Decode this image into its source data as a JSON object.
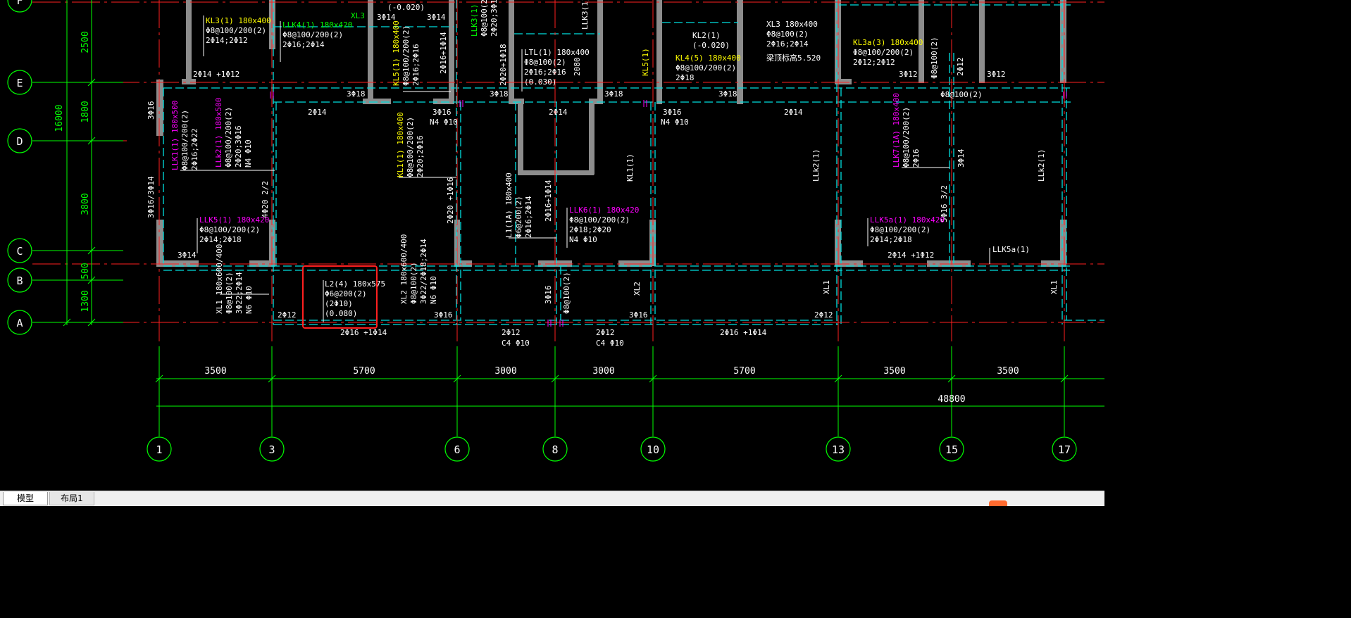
{
  "colors": {
    "background": "#000000",
    "axis_line": "#ff2020",
    "axis_bubble": "#00ff00",
    "dimension": "#00ff00",
    "beam_dash": "#00e0e0",
    "wall_gray": "#8c8c8c",
    "label_white": "#ffffff",
    "label_yellow": "#ffff00",
    "label_magenta": "#ff00ff",
    "label_green": "#00ff00",
    "highlight_box": "#ff2020"
  },
  "grid": {
    "horizontal": [
      "F",
      "E",
      "D",
      "C",
      "B",
      "A"
    ],
    "vertical": [
      "1",
      "3",
      "6",
      "8",
      "10",
      "13",
      "15",
      "17"
    ]
  },
  "dimensions": {
    "left_segments": [
      "2500",
      "1800",
      "3800",
      "500",
      "1300"
    ],
    "left_total": "16000",
    "bottom_segments": [
      "3500",
      "5700",
      "3000",
      "3000",
      "5700",
      "3500",
      "3500"
    ],
    "bottom_total": "48800"
  },
  "beam_labels": {
    "kl3": [
      "KL3(1) 180x400",
      "Φ8@100/200(2)",
      "2Φ14;2Φ12"
    ],
    "llk4": [
      "LLK4(1) 180x420",
      "Φ8@100/200(2)",
      "2Φ16;2Φ14"
    ],
    "xl3_top": "XL3",
    "top_minus": [
      "3Φ14",
      "(-0.020)"
    ],
    "top_3d14": "3Φ14",
    "llk3": [
      "LLK3(1) 180",
      "Φ8@100(2)",
      "2Φ20;3Φ18"
    ],
    "kl5": [
      "KL5(1) 180x400",
      "Φ8@100/200(2)",
      "2Φ16;2Φ16"
    ],
    "d16_14": "2Φ16+1Φ14",
    "d20_18": "2Φ20+1Φ18",
    "ltl": [
      "LTL(1) 180x400",
      "Φ8@100(2)",
      "2Φ16;2Φ16",
      "(0.030)"
    ],
    "dim_2080": "2080",
    "llk3_v": "LLK3(1)",
    "kl2": [
      "KL2(1)",
      "(-0.020)"
    ],
    "kl4": [
      "KL4(5) 180x400",
      "Φ8@100/200(2)",
      "2Φ18"
    ],
    "kl5_v": "KL5(1)",
    "xl3_right": [
      "XL3  180x400",
      "Φ8@100(2)",
      "2Φ16;2Φ14",
      "梁顶标高5.520"
    ],
    "kl3a": [
      "KL3a(3) 180x400",
      "Φ8@100/200(2)",
      "2Φ12;2Φ12"
    ],
    "r_8_100": "Φ8@100(2)",
    "r_2_12": "2Φ12",
    "r_3_12a": "3Φ12",
    "r_3_12b": "3Φ12",
    "r_8_100b": "Φ8@100(2)",
    "e_2_14_1_12": "2Φ14 +1Φ12",
    "e_3_18a": "3Φ18",
    "e_3_18b": "3Φ18",
    "e_3_18c": "3Φ18",
    "e_3_18d": "3Φ18",
    "e_2_14a": "2Φ14",
    "e_2_14b": "2Φ14",
    "e_2_14c": "2Φ14",
    "e_3_16a": "3Φ16",
    "e_n4a": "N4 Φ10",
    "e_3_16b": "3Φ16",
    "e_n4b": "N4 Φ10",
    "e_3_16v": "3Φ16",
    "llk1": [
      "LLK1(1) 180x500",
      "Φ8@100/200(2)",
      "2Φ16;2Φ22"
    ],
    "llk2": [
      "LLk2(1) 180x500",
      "Φ8@100/200(2)",
      "2Φ20;3Φ16",
      "N4 Φ10"
    ],
    "c_3_16_3_14": "3Φ16/3Φ14",
    "c_4_20": "4Φ20 2/2",
    "kl1": [
      "KL1(1) 180x400",
      "Φ8@100/200(2)",
      "2Φ20;2Φ16"
    ],
    "kl1_v": "KL1(1)",
    "llk2_v1": "LLk2(1)",
    "llk7": [
      "LLK7(1A) 180x400",
      "Φ8@100/200(2)",
      "2Φ16"
    ],
    "c_3_14": "3Φ14",
    "llk2_v2": "LLk2(1)",
    "c_2_20_1_16": "2Φ20 +1Φ16",
    "l1": [
      "L1(1A) 180x400",
      "Φ6@200(2)",
      "2Φ16;2Φ14"
    ],
    "c_2_16_1_14": "2Φ16+1Φ14",
    "llk5": [
      "LLK5(1) 180x420",
      "Φ8@100/200(2)",
      "2Φ14;2Φ18"
    ],
    "llk6": [
      "LLK6(1) 180x420",
      "Φ8@100/200(2)",
      "2Φ18;2Φ20",
      "N4 Φ10"
    ],
    "llk5a": [
      "LLK5a(1) 180x420",
      "Φ8@100/200(2)",
      "2Φ14;2Φ18"
    ],
    "c_5_16": "5Φ16 3/2",
    "c_3_14b": "3Φ14",
    "c_2_14_1_12": "2Φ14 +1Φ12",
    "llk5a_short": "LLK5a(1)",
    "xl1": [
      "XL1 180x600/400",
      "Φ8@100(2)",
      "3Φ22;2Φ14",
      "N6 Φ10"
    ],
    "l2": [
      "L2(4) 180x575",
      "Φ6@200(2)",
      "(2Φ10)",
      "(0.080)"
    ],
    "xl2": [
      "XL2 180x600/400",
      "Φ8@100(2)",
      "3Φ22/2Φ18;2Φ14",
      "N6 Φ10"
    ],
    "b_3_16a": "3Φ16",
    "b_3_16b": "3Φ16",
    "b_8_100": "Φ8@100(2)",
    "xl2_short": "XL2",
    "b_3_16c": "3Φ16",
    "b_2_12a": "2Φ12",
    "b_2_12b": "2Φ12",
    "xl1_a": "XL1",
    "xl1_b": "XL1",
    "a_2_16_1_14a": "2Φ16 +1Φ14",
    "a_2_12": [
      "2Φ12",
      "C4 Φ10"
    ],
    "a_2_12b": [
      "2Φ12",
      "C4 Φ10"
    ],
    "a_2_16_1_14b": "2Φ16 +1Φ14"
  },
  "tabs": [
    {
      "label": "模型",
      "active": true
    },
    {
      "label": "布局1",
      "active": false
    }
  ]
}
